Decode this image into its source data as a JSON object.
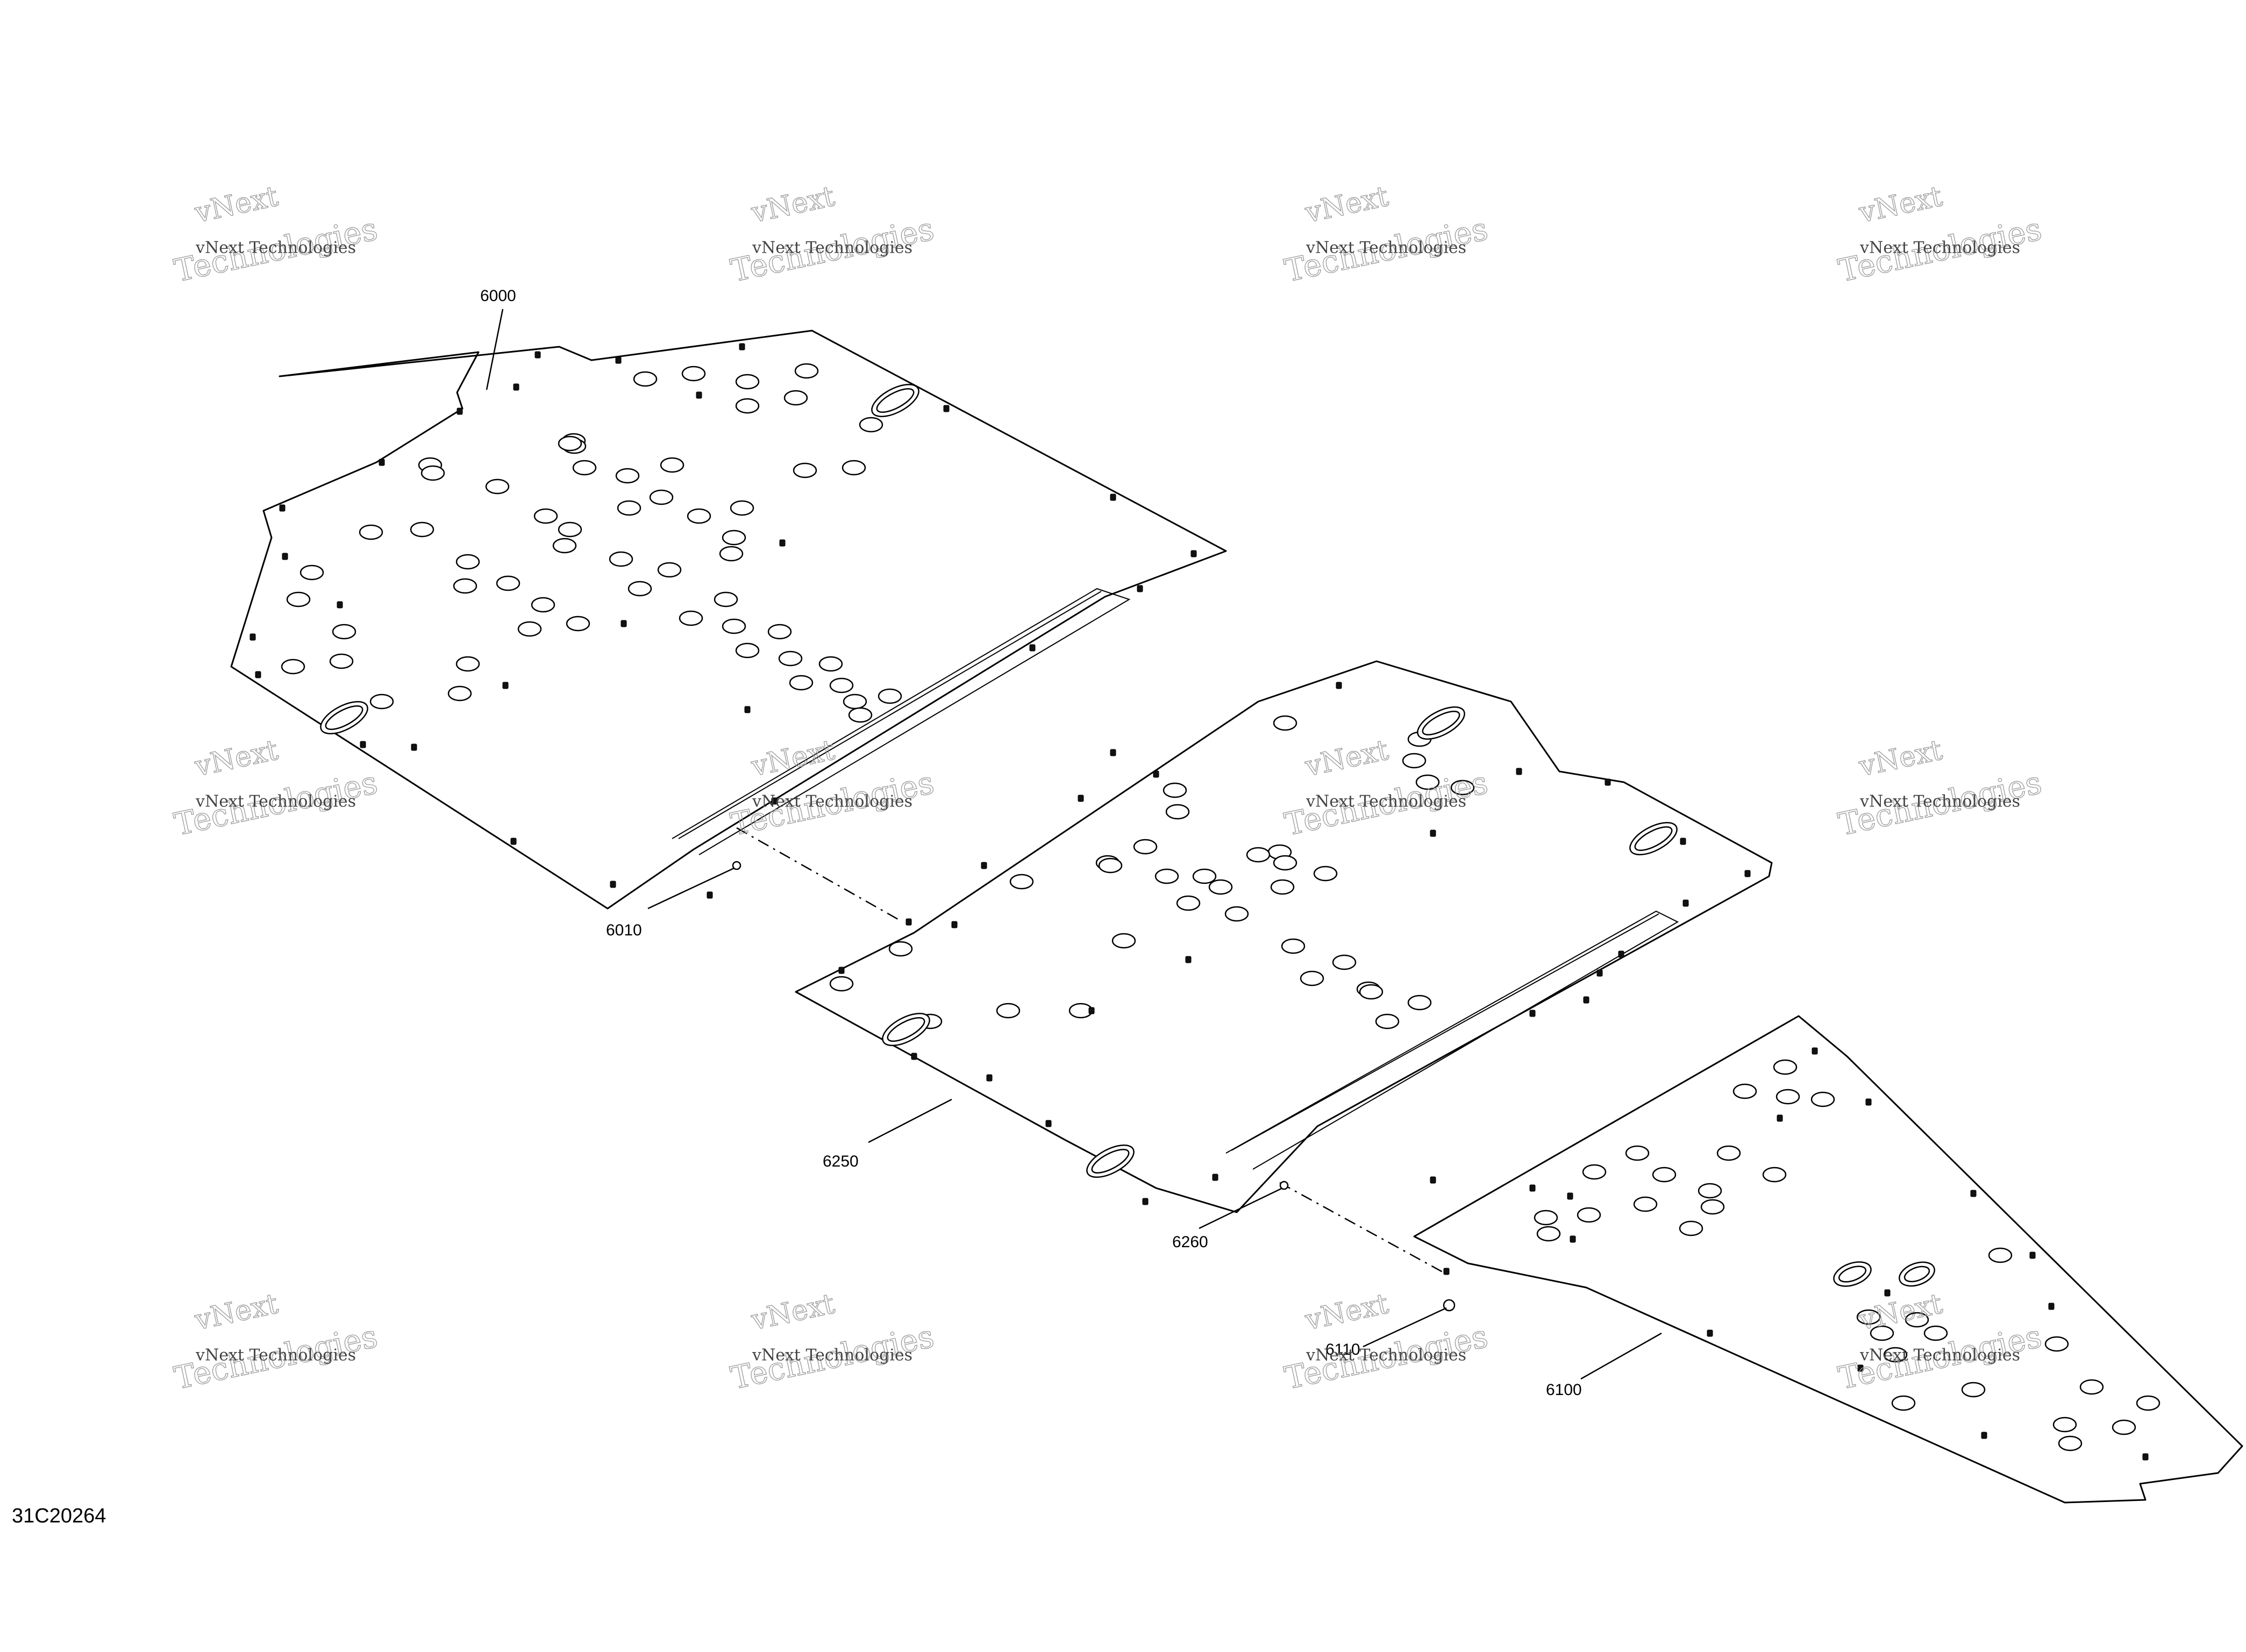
{
  "diagram_code": "31C20264",
  "watermark": {
    "line1": "vNext Technologies",
    "line2": "vNext",
    "line3": "Technologies"
  },
  "parts": {
    "p6000": "6000",
    "p6010": "6010",
    "p6250": "6250",
    "p6260": "6260",
    "p6110": "6110",
    "p6100": "6100"
  }
}
